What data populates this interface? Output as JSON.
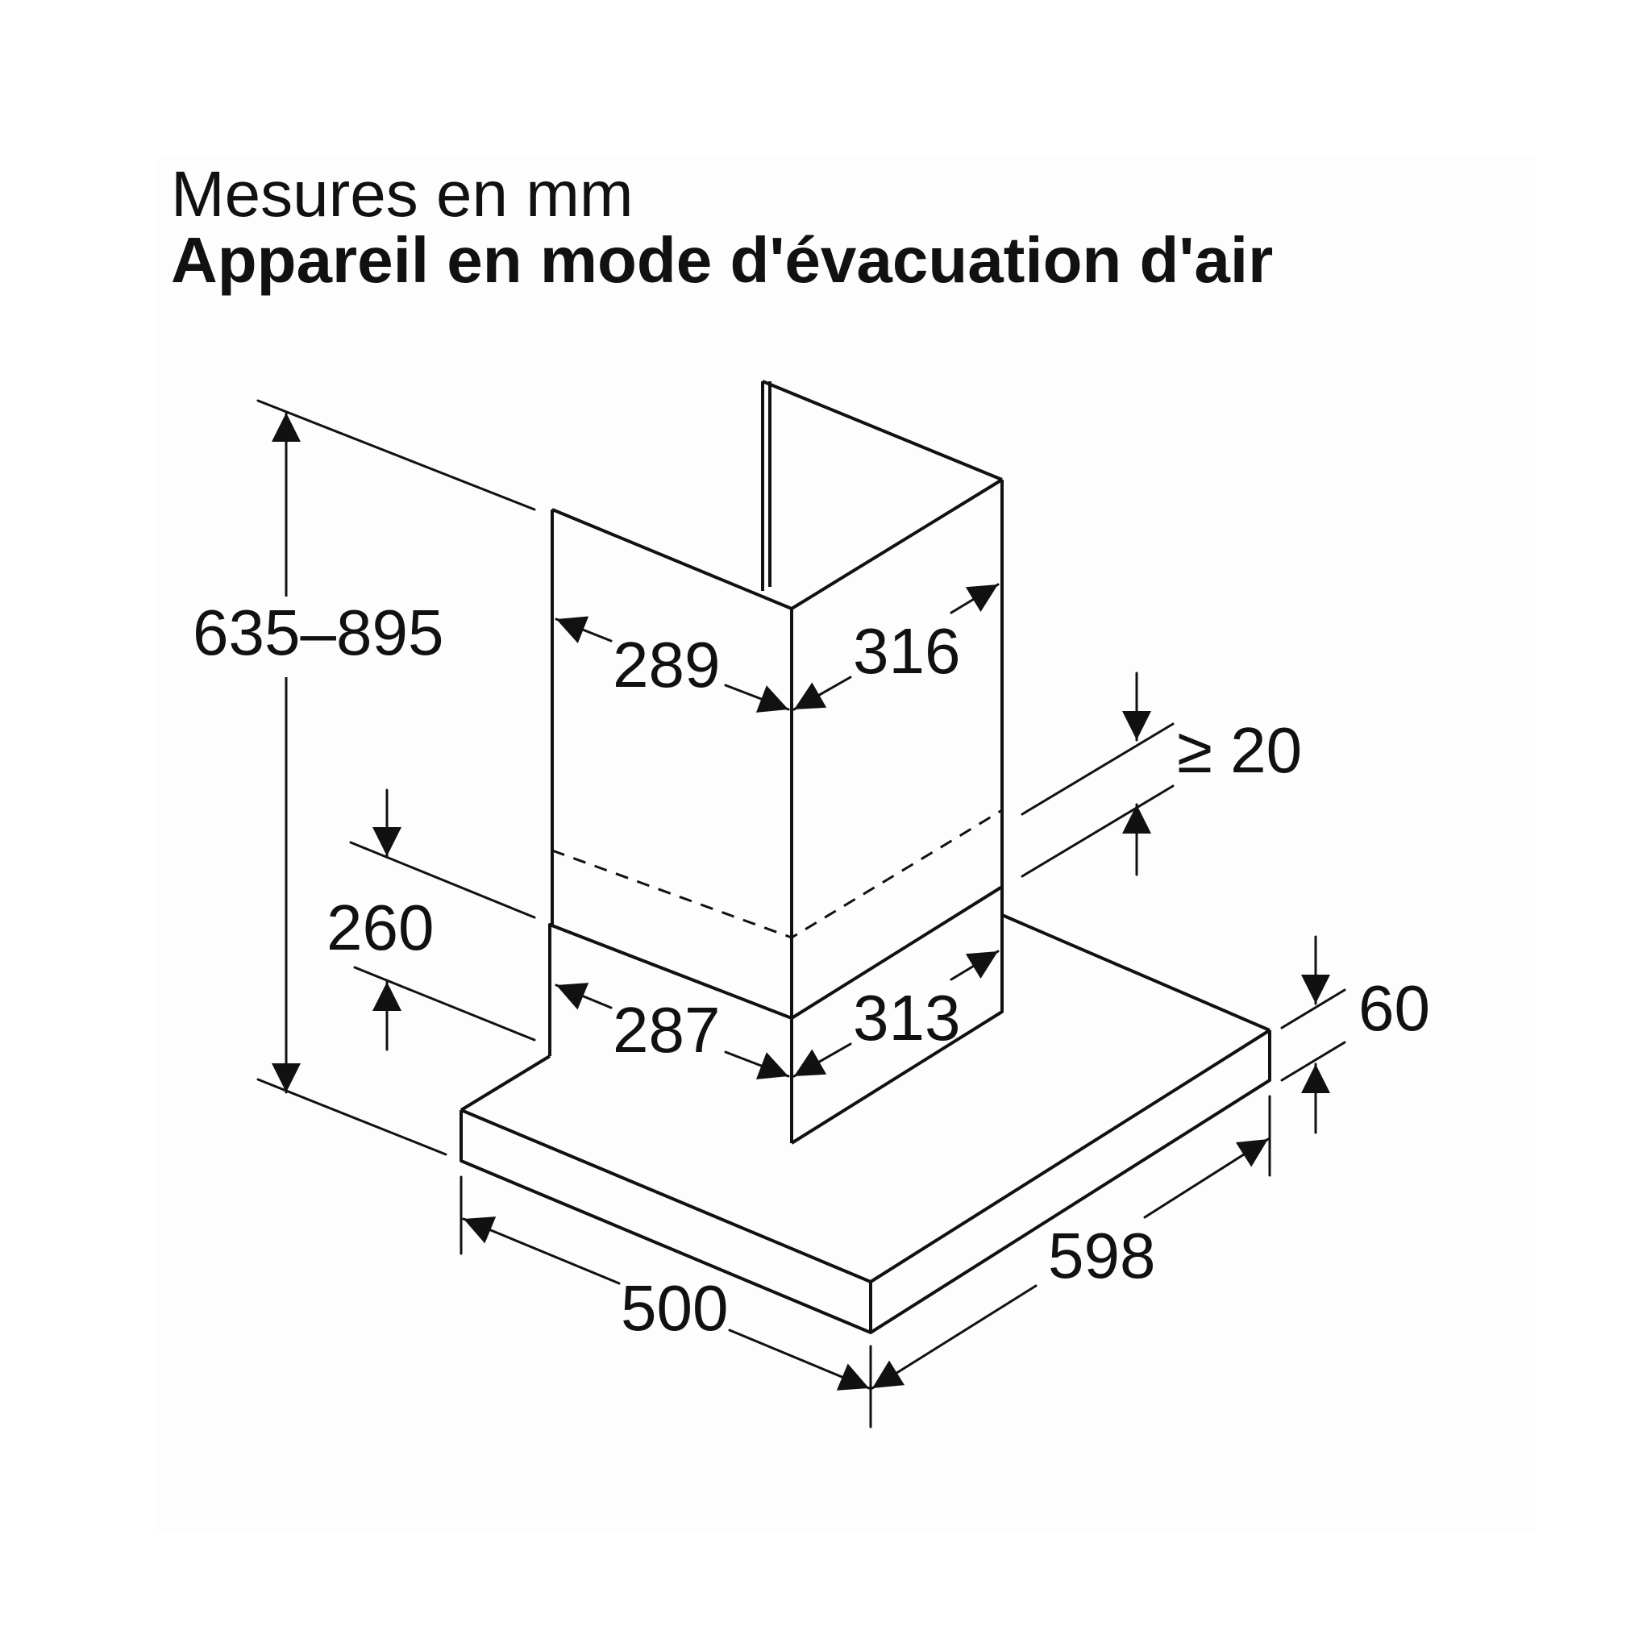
{
  "header": {
    "subtitle": "Mesures en mm",
    "title": "Appareil en mode d'évacuation d'air"
  },
  "dimensions": {
    "total_height": "635–895",
    "chimney_upper_width": "289",
    "chimney_upper_depth": "316",
    "clearance": "≥ 20",
    "chimney_lower_height": "260",
    "chimney_lower_width": "287",
    "chimney_lower_depth": "313",
    "hood_thickness": "60",
    "hood_depth": "500",
    "hood_width": "598"
  }
}
